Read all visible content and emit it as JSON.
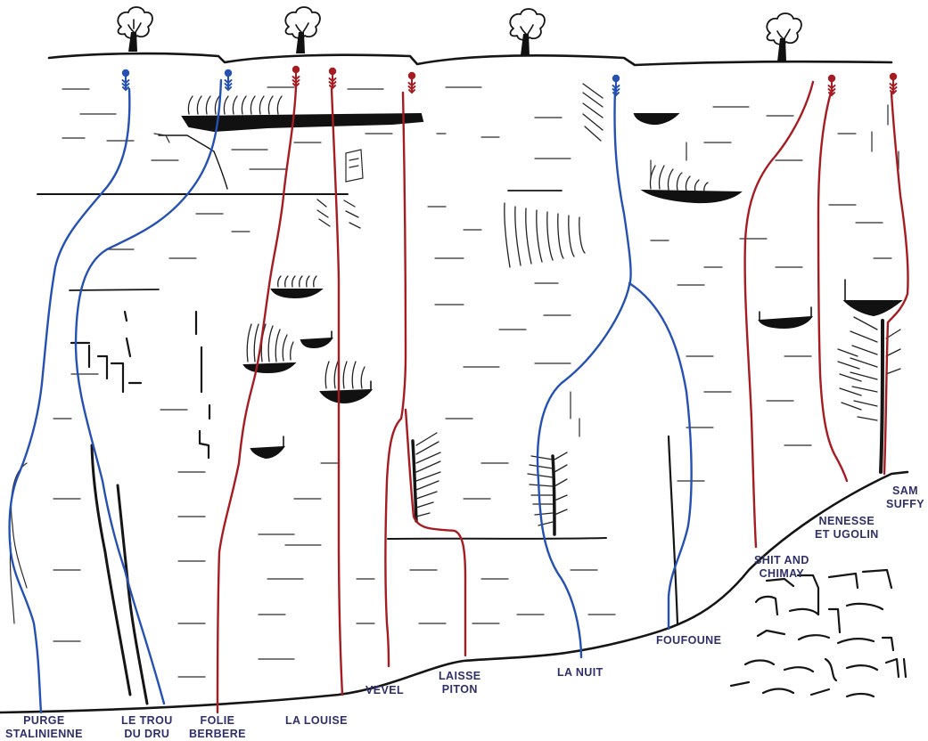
{
  "colors": {
    "route_blue": "#2551b3",
    "route_red": "#a51d22",
    "ink": "#151515",
    "label_text": "#2f2f6b"
  },
  "icons": {
    "tree": "tree-icon",
    "anchor_belay": "belay-anchor-icon"
  },
  "routes": [
    {
      "id": "purge-stalinienne",
      "line1": "PURGE",
      "line2": "STALINIENNE",
      "color": "blue"
    },
    {
      "id": "le-trou-du-dru",
      "line1": "LE TROU",
      "line2": "DU DRU",
      "color": "blue"
    },
    {
      "id": "folie-berbere",
      "line1": "FOLIE",
      "line2": "BERBERE",
      "color": "red"
    },
    {
      "id": "la-louise",
      "line1": "LA LOUISE",
      "line2": "",
      "color": "red"
    },
    {
      "id": "vevel",
      "line1": "VEVEL",
      "line2": "",
      "color": "red"
    },
    {
      "id": "laisse-piton",
      "line1": "LAISSE",
      "line2": "PITON",
      "color": "red"
    },
    {
      "id": "la-nuit",
      "line1": "LA NUIT",
      "line2": "",
      "color": "blue"
    },
    {
      "id": "foufoune",
      "line1": "FOUFOUNE",
      "line2": "",
      "color": "blue"
    },
    {
      "id": "shit-and-chimay",
      "line1": "SHIT AND",
      "line2": "CHIMAY",
      "color": "red"
    },
    {
      "id": "nenesse-et-ugolin",
      "line1": "NENESSE",
      "line2": "ET UGOLIN",
      "color": "red"
    },
    {
      "id": "sam-suffy",
      "line1": "SAM",
      "line2": "SUFFY",
      "color": "red"
    }
  ]
}
